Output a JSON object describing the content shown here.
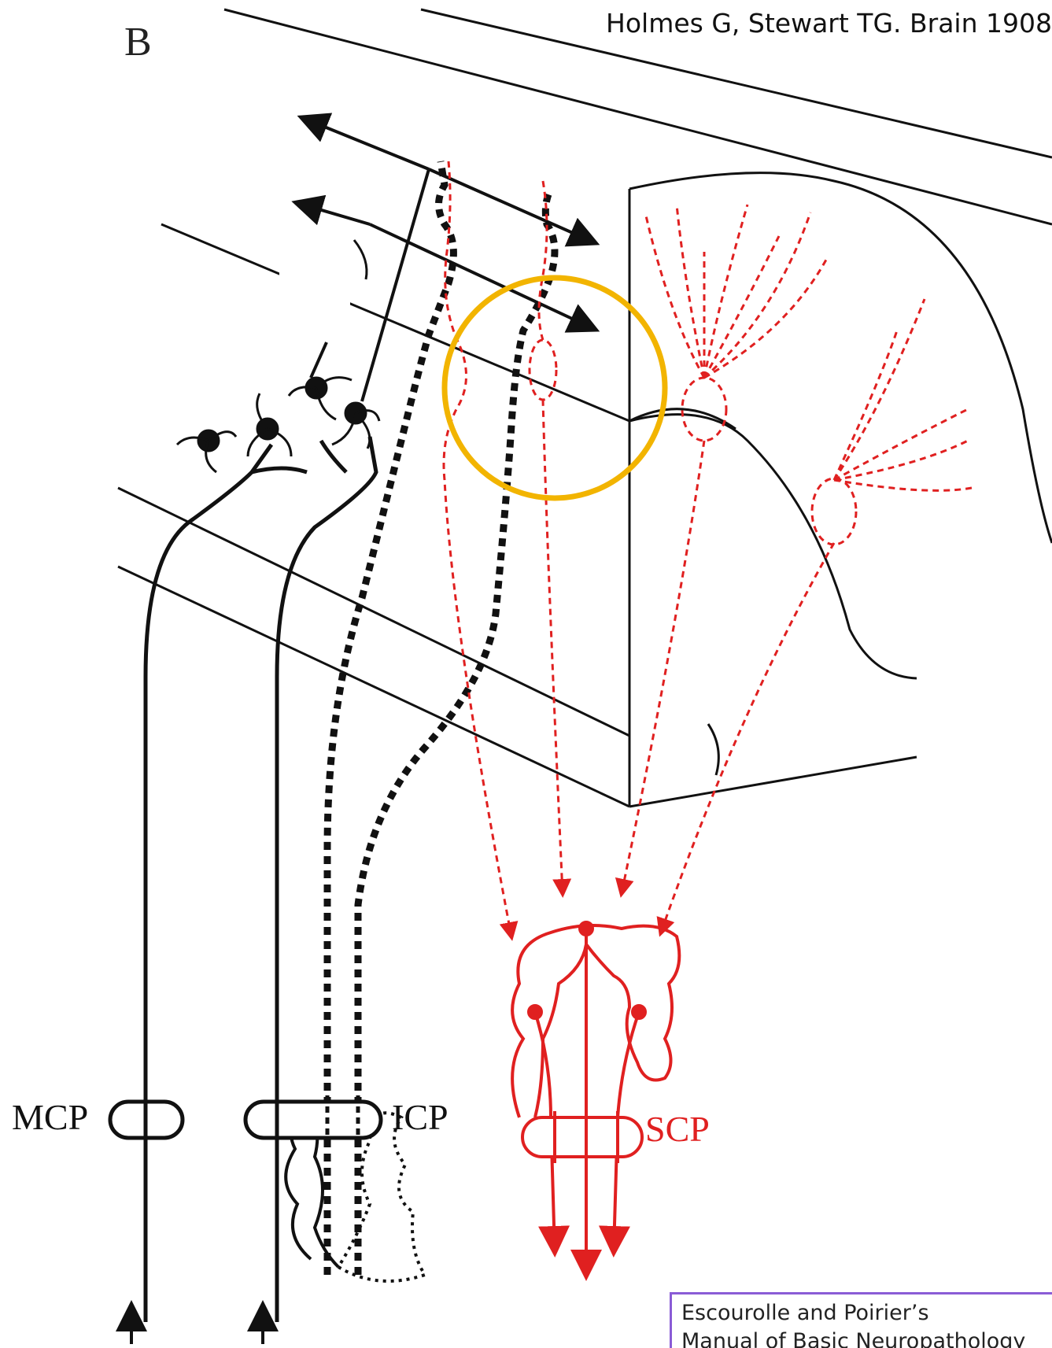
{
  "panel_label": "B",
  "citation": "Holmes G, Stewart TG. Brain 1908",
  "labels": {
    "mcp": "MCP",
    "icp": "ICP",
    "scp": "SCP"
  },
  "source_box": {
    "line1": "Escourolle and Poirier’s",
    "line2": "Manual of Basic Neuropathology"
  },
  "colors": {
    "ink": "#111111",
    "red": "#e02020",
    "highlight_circle": "#f2b400",
    "box_border": "#8a5cd6"
  }
}
